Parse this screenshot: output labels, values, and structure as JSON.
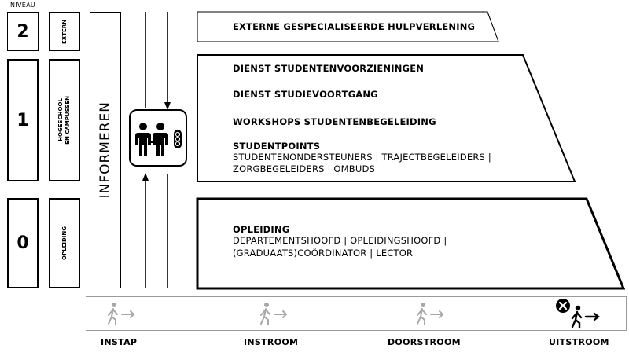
{
  "niveau_label": "NIVEAU",
  "levels": [
    {
      "number": "2",
      "label": "EXTERN"
    },
    {
      "number": "1",
      "label_line1": "HOGESCHOOL",
      "label_line2": "EN CAMPUSSEN"
    },
    {
      "number": "0",
      "label": "OPLEIDING"
    }
  ],
  "informeren": "INFORMEREN",
  "services": {
    "extern": {
      "title": "EXTERNE GESPECIALISEERDE HULPVERLENING"
    },
    "hogeschool": {
      "item1": "DIENST STUDENTENVOORZIENINGEN",
      "item2": "DIENST STUDIEVOORTGANG",
      "item3": "WORKSHOPS STUDENTENBEGELEIDING",
      "item4_title": "STUDENTPOINTS",
      "item4_line1": "STUDENTENONDERSTEUNERS | TRAJECTBEGELEIDERS |",
      "item4_line2": "ZORGBEGELEIDERS | OMBUDS"
    },
    "opleiding": {
      "title": "OPLEIDING",
      "line1": "DEPARTEMENTSHOOFD | OPLEIDINGSHOOFD |",
      "line2": "(GRADUAATS)COÖRDINATOR | LECTOR"
    }
  },
  "stages": [
    {
      "label": "INSTAP",
      "icon": "walking-person-icon"
    },
    {
      "label": "INSTROOM",
      "icon": "walking-person-icon"
    },
    {
      "label": "DOORSTROOM",
      "icon": "walking-person-icon"
    },
    {
      "label": "UITSTROOM",
      "icon": "exit-person-icon"
    }
  ],
  "colors": {
    "line": "#000000",
    "muted_icon": "#a8a8a8",
    "bar_border": "#9a9a9a"
  }
}
